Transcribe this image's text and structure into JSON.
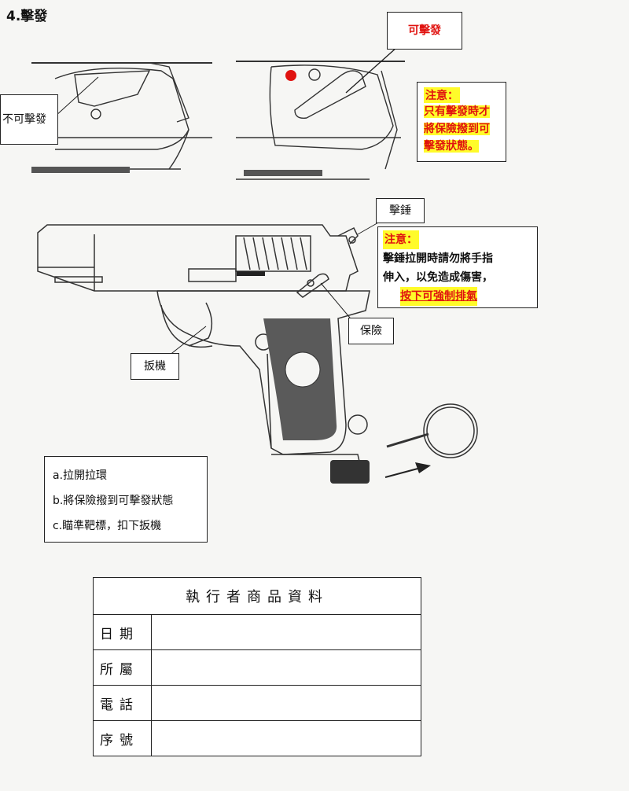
{
  "section_title": "4.擊發",
  "callouts": {
    "safe": "不可擊發",
    "fire": "可擊發"
  },
  "note1": {
    "title": "注意：",
    "body": "只有擊發時才將保險撥到可擊發狀態。"
  },
  "hammer_label": "擊錘",
  "note2": {
    "title": "注意：",
    "line1": "擊錘拉開時請勿將手指",
    "line2": "伸入，以免造成傷害，",
    "warning": "按下可強制排氣"
  },
  "safety_label": "保險",
  "trigger_label": "扳機",
  "steps": [
    "a.拉開拉環",
    "b.將保險撥到可擊發狀態",
    "c.瞄準靶標，扣下扳機"
  ],
  "info_table": {
    "title": "執行者商品資料",
    "rows": [
      {
        "label": "日期",
        "value": ""
      },
      {
        "label": "所屬",
        "value": ""
      },
      {
        "label": "電話",
        "value": ""
      },
      {
        "label": "序號",
        "value": ""
      }
    ]
  },
  "colors": {
    "highlight": "#fffb2a",
    "warning_red": "#e0120f"
  }
}
